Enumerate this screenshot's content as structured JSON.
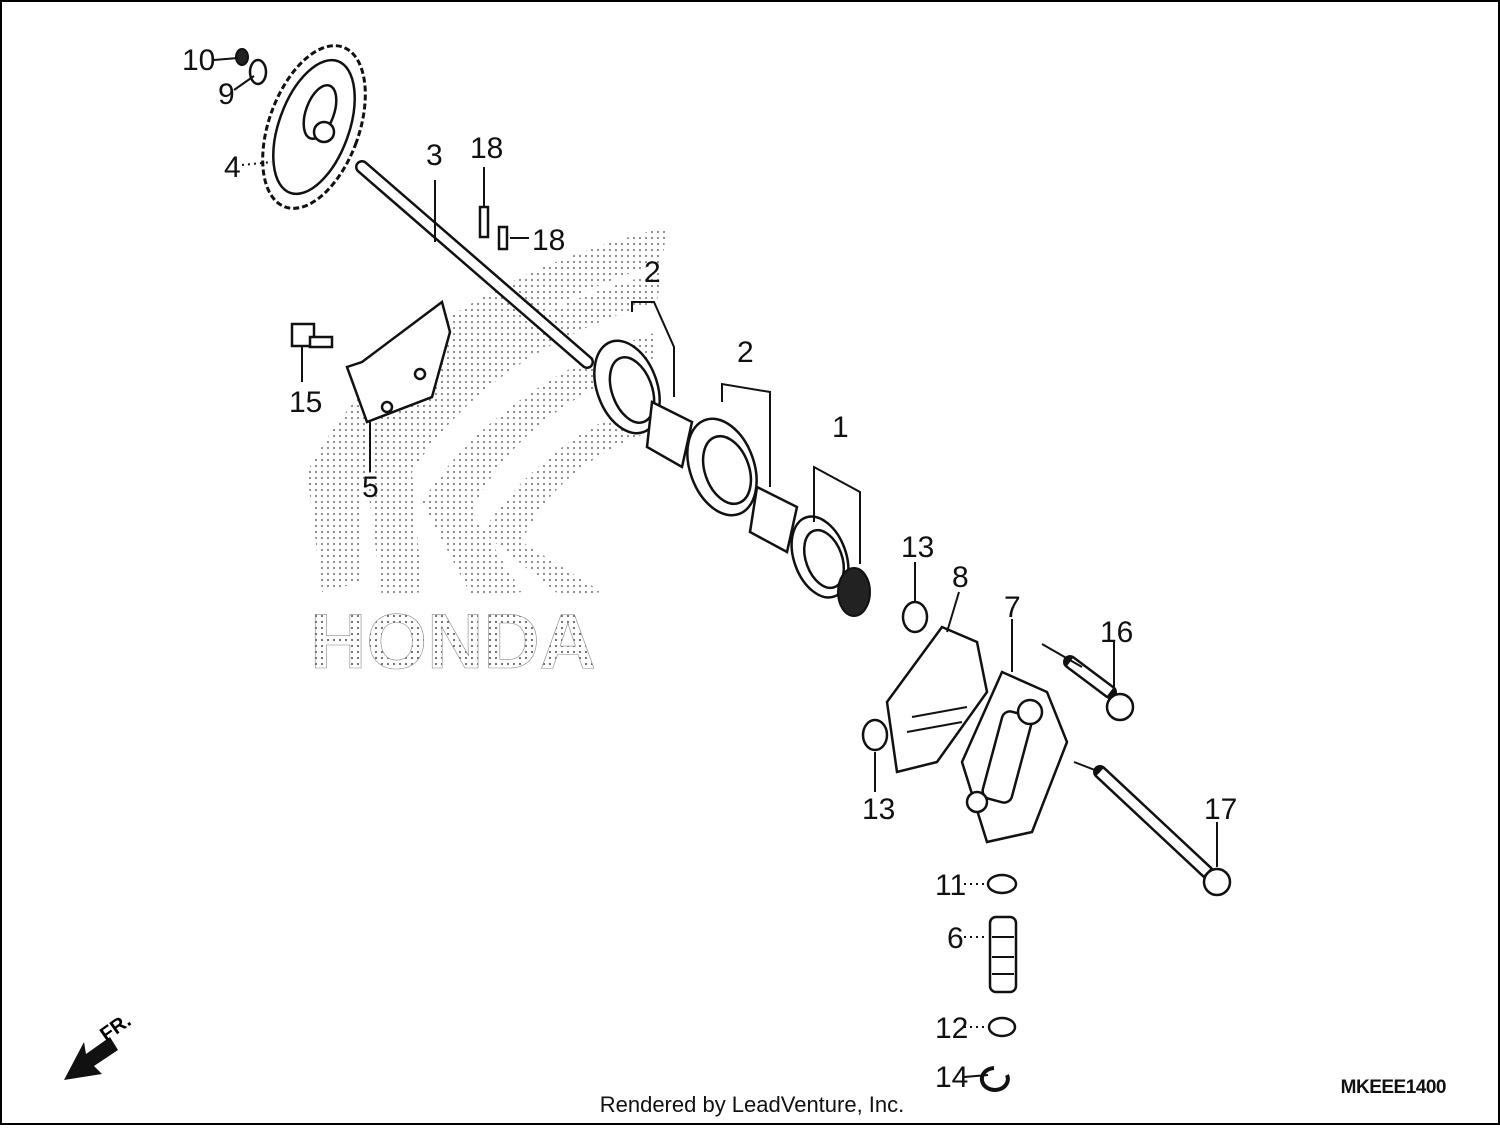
{
  "diagram": {
    "watermark": "HONDA",
    "labels": {
      "l1": "1",
      "l2a": "2",
      "l2b": "2",
      "l3": "3",
      "l4": "4",
      "l5": "5",
      "l6": "6",
      "l7": "7",
      "l8": "8",
      "l9": "9",
      "l10": "10",
      "l11": "11",
      "l12": "12",
      "l13a": "13",
      "l13b": "13",
      "l14": "14",
      "l15": "15",
      "l16": "16",
      "l17": "17",
      "l18a": "18",
      "l18b": "18"
    },
    "direction_mark": "FR.",
    "drawing_code": "MKEEE1400"
  },
  "footer": {
    "credit": "Rendered by LeadVenture, Inc."
  }
}
